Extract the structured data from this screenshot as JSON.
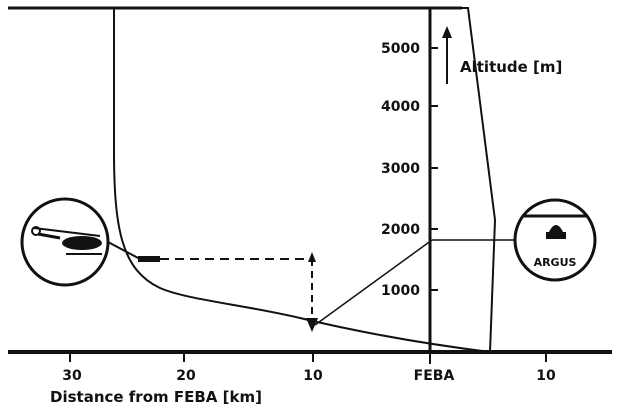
{
  "diagram": {
    "y_axis": {
      "title": "Altitude [m]",
      "ticks": [
        "5000",
        "4000",
        "3000",
        "2000",
        "1000"
      ]
    },
    "x_axis": {
      "title": "Distance from FEBA [km]",
      "ticks": [
        "30",
        "20",
        "10",
        "FEBA",
        "10"
      ]
    },
    "callout_right": {
      "label": "ARGUS"
    }
  }
}
